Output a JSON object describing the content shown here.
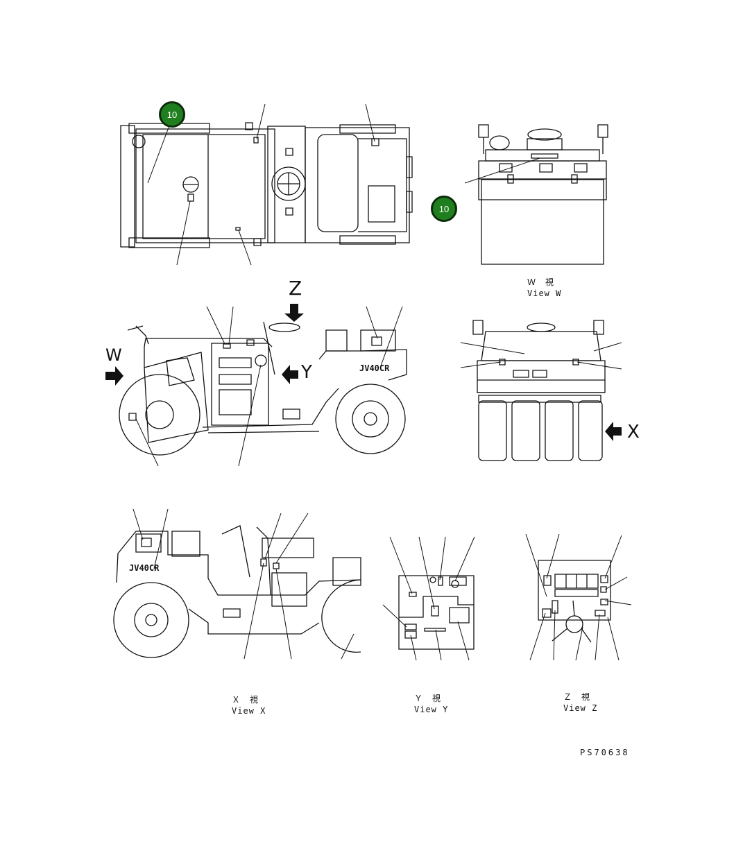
{
  "callouts": [
    {
      "number": "10"
    },
    {
      "number": "10"
    }
  ],
  "view_letters": {
    "z": "Z",
    "w": "W",
    "y": "Y",
    "x": "X"
  },
  "captions": {
    "view_w_jp": "Ｗ　視",
    "view_w_en": "View W",
    "view_x_jp": "Ｘ　視",
    "view_x_en": "View X",
    "view_y_jp": "Ｙ　視",
    "view_y_en": "View Y",
    "view_z_jp": "Ｚ　視",
    "view_z_en": "View Z"
  },
  "decals": {
    "model_side": "JV40CR",
    "model_side_rear": "JV40CR"
  },
  "drawing_code": "PS70638",
  "colors": {
    "callout_fill": "#1f7f1f",
    "callout_border": "#0b2b0b",
    "line": "#111111"
  }
}
